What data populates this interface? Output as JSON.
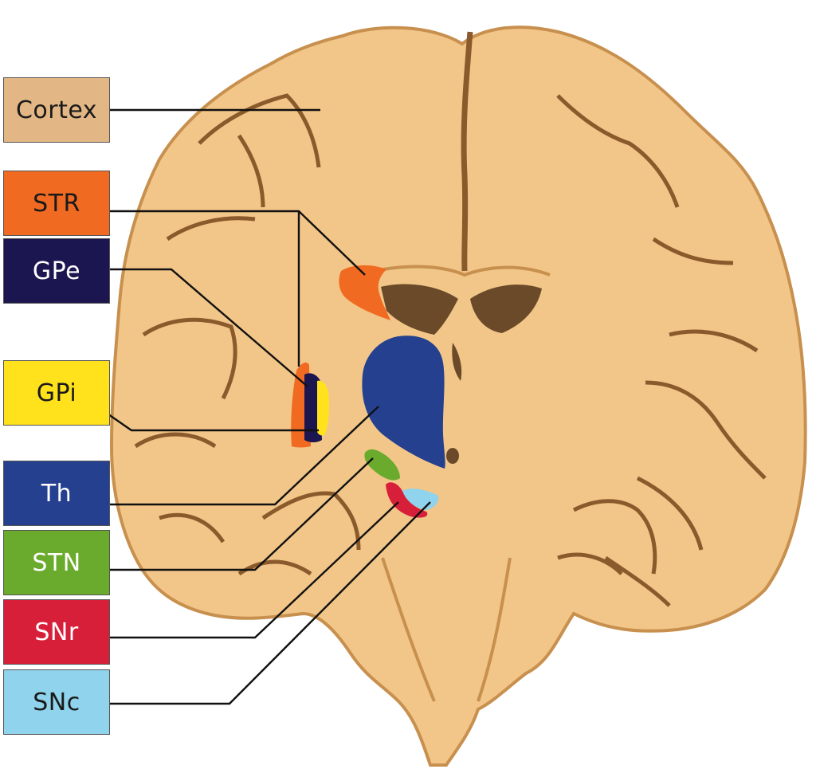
{
  "labels": {
    "cortex": {
      "text": "Cortex",
      "fill": "#e3b785",
      "text_color": "#1a1a1a"
    },
    "str": {
      "text": "STR",
      "fill": "#f06a22",
      "text_color": "#1a1a1a"
    },
    "gpe": {
      "text": "GPe",
      "fill": "#1c1650",
      "text_color": "#ffffff"
    },
    "gpi": {
      "text": "GPi",
      "fill": "#ffe21c",
      "text_color": "#1a1a1a"
    },
    "th": {
      "text": "Th",
      "fill": "#25408f",
      "text_color": "#ffffff"
    },
    "stn": {
      "text": "STN",
      "fill": "#6aaa2c",
      "text_color": "#ffffff"
    },
    "snr": {
      "text": "SNr",
      "fill": "#d81f3a",
      "text_color": "#ffffff"
    },
    "snc": {
      "text": "SNc",
      "fill": "#8fd3ec",
      "text_color": "#1a1a1a"
    }
  },
  "colors": {
    "tissue": "#f2c688",
    "tissue_dark": "#c8904e",
    "sulcus": "#8a5a2c",
    "ventricle": "#6b4a2a",
    "leader_line": "#111111"
  }
}
